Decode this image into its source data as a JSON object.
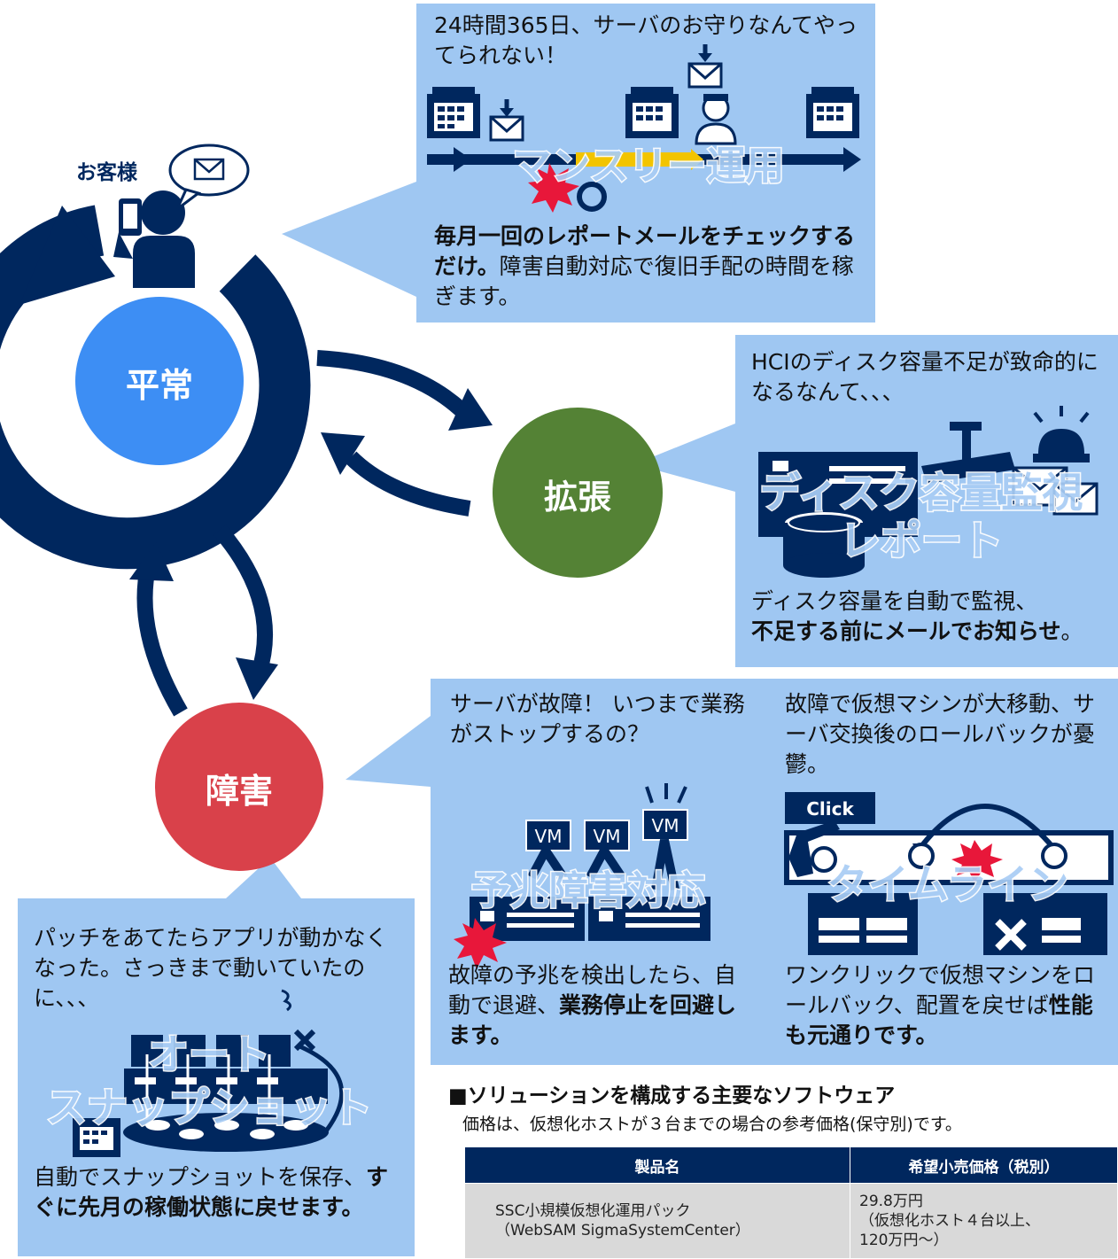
{
  "customer_label": "お客様",
  "nodes": {
    "normal": "平常",
    "expand": "拡張",
    "failure": "障害"
  },
  "monthly": {
    "pain": "24時間365日、サーバのお守りなんてやってられない！",
    "watermark": "マンスリー運用",
    "desc_bold": "毎月一回のレポートメールをチェックするだけ。",
    "desc_rest": "障害自動対応で復旧手配の時間を稼ぎます。"
  },
  "disk": {
    "pain": "HCIのディスク容量不足が致命的になるなんて、、、",
    "watermark_line1": "ディスク容量監視",
    "watermark_line2": "レポート",
    "desc_line1": "ディスク容量を自動で監視、",
    "desc_bold": "不足する前にメールでお知らせ",
    "desc_end": "。"
  },
  "failure_predict": {
    "pain": "サーバが故障！ いつまで業務がストップするの？",
    "vm_label": "VM",
    "watermark": "予兆障害対応",
    "desc_rest": "故障の予兆を検出したら、自動で退避、",
    "desc_bold": "業務停止を回避します。"
  },
  "timeline": {
    "pain": "故障で仮想マシンが大移動、サーバ交換後のロールバックが憂鬱。",
    "click_label": "Click",
    "watermark": "タイムライン",
    "desc_rest": "ワンクリックで仮想マシンをロールバック、配置を戻せば",
    "desc_bold": "性能も元通りです。"
  },
  "snapshot": {
    "pain": "パッチをあてたらアプリが動かなくなった。さっきまで動いていたのに、、、",
    "watermark_line1": "オート",
    "watermark_line2": "スナップショット",
    "desc_rest": "自動でスナップショットを保存、",
    "desc_bold": "すぐに先月の稼働状態に戻せます。"
  },
  "software": {
    "heading": "■ソリューションを構成する主要なソフトウェア",
    "note": "価格は、仮想化ホストが３台までの場合の参考価格(保守別)です。",
    "columns": [
      "製品名",
      "希望小売価格（税別）"
    ],
    "rows": [
      {
        "product_line1": "SSC小規模仮想化運用パック",
        "product_line2": "（WebSAM SigmaSystemCenter）",
        "price_line1": "29.8万円",
        "price_line2": "（仮想化ホスト４台以上、",
        "price_line3": "120万円～）"
      }
    ]
  },
  "colors": {
    "navy": "#00275e",
    "panel": "#9fc7f2",
    "normal": "#3d8ef4",
    "expand": "#548235",
    "failure": "#d9414a",
    "alert": "#e8173a"
  }
}
